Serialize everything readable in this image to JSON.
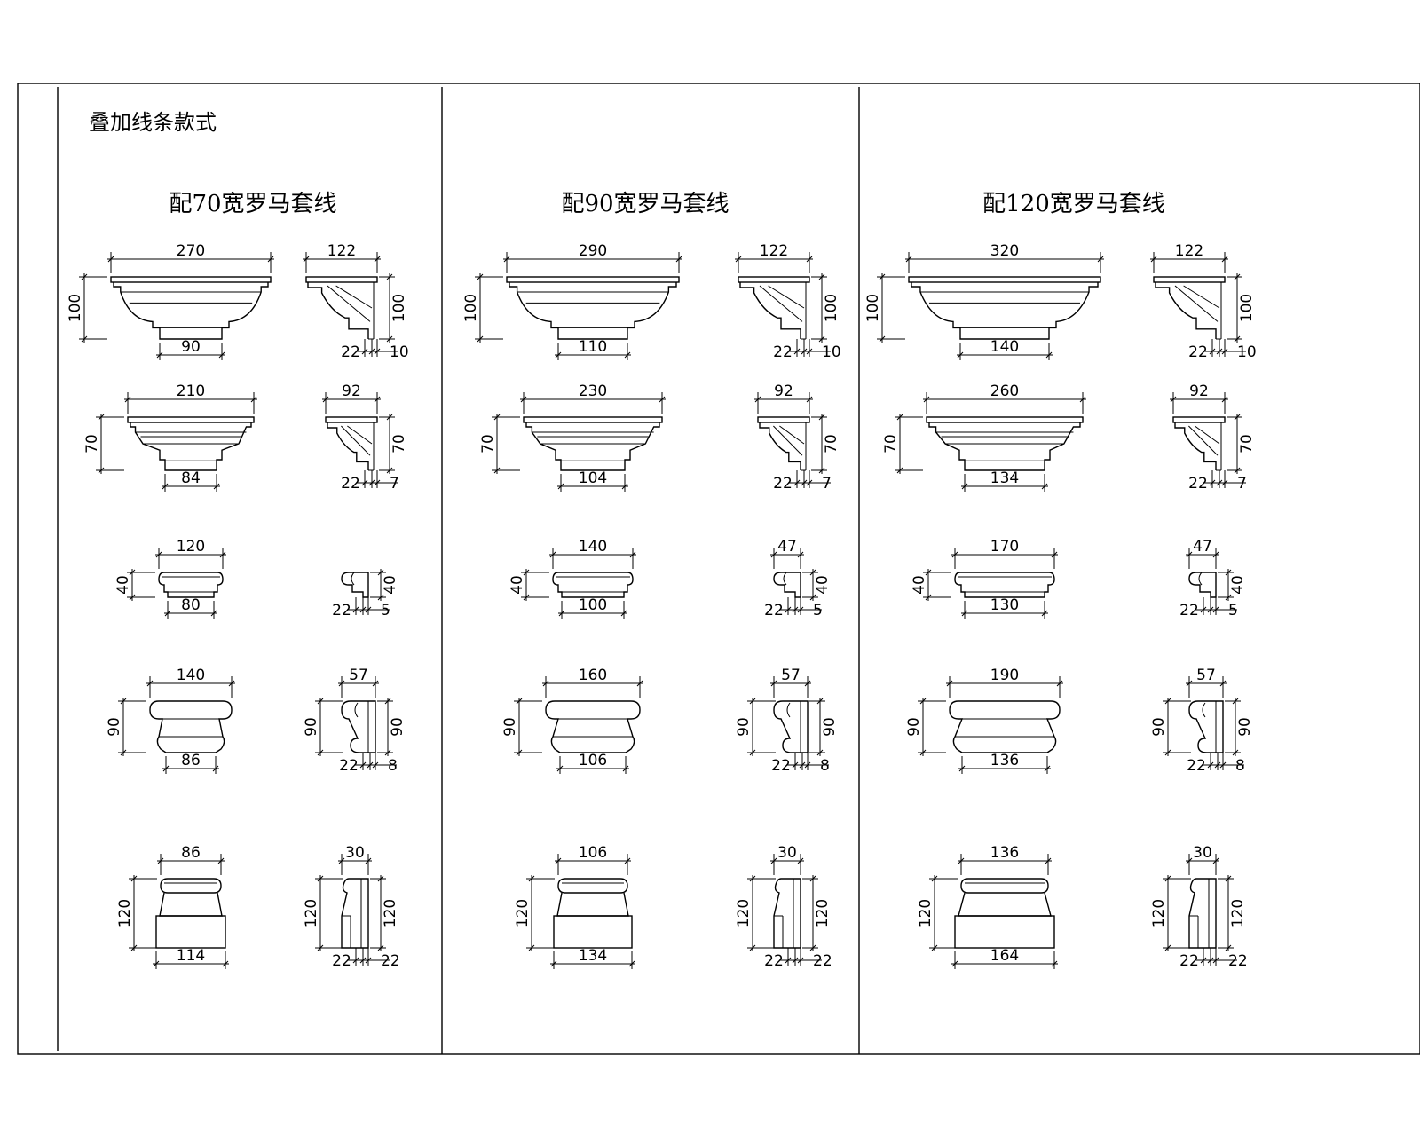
{
  "sheet_title": "叠加线条款式",
  "columns": [
    {
      "heading": "配70宽罗马套线",
      "rows": [
        {
          "front_top": "270",
          "front_height": "100",
          "front_bottom": "90",
          "side_top": "122",
          "side_height": "100",
          "side_left": "22",
          "side_right": "10"
        },
        {
          "front_top": "210",
          "front_height": "70",
          "front_bottom": "84",
          "side_top": "92",
          "side_height": "70",
          "side_left": "22",
          "side_right": "7"
        },
        {
          "front_top": "120",
          "front_height": "40",
          "front_bottom": "80",
          "side_top": "",
          "side_height": "40",
          "side_left": "22",
          "side_right": "5"
        },
        {
          "front_top": "140",
          "front_height": "90",
          "front_bottom": "86",
          "side_top": "57",
          "side_height": "90",
          "side_left": "22",
          "side_right": "8"
        },
        {
          "front_top": "86",
          "front_height": "120",
          "front_bottom": "114",
          "side_top": "30",
          "side_height": "120",
          "side_left": "22",
          "side_right": "22"
        }
      ]
    },
    {
      "heading": "配90宽罗马套线",
      "rows": [
        {
          "front_top": "290",
          "front_height": "100",
          "front_bottom": "110",
          "side_top": "122",
          "side_height": "100",
          "side_left": "22",
          "side_right": "10"
        },
        {
          "front_top": "230",
          "front_height": "70",
          "front_bottom": "104",
          "side_top": "92",
          "side_height": "70",
          "side_left": "22",
          "side_right": "7"
        },
        {
          "front_top": "140",
          "front_height": "40",
          "front_bottom": "100",
          "side_top": "47",
          "side_height": "40",
          "side_left": "22",
          "side_right": "5"
        },
        {
          "front_top": "160",
          "front_height": "90",
          "front_bottom": "106",
          "side_top": "57",
          "side_height": "90",
          "side_left": "22",
          "side_right": "8"
        },
        {
          "front_top": "106",
          "front_height": "120",
          "front_bottom": "134",
          "side_top": "30",
          "side_height": "120",
          "side_left": "22",
          "side_right": "22"
        }
      ]
    },
    {
      "heading": "配120宽罗马套线",
      "rows": [
        {
          "front_top": "320",
          "front_height": "100",
          "front_bottom": "140",
          "side_top": "122",
          "side_height": "100",
          "side_left": "22",
          "side_right": "10"
        },
        {
          "front_top": "260",
          "front_height": "70",
          "front_bottom": "134",
          "side_top": "92",
          "side_height": "70",
          "side_left": "22",
          "side_right": "7"
        },
        {
          "front_top": "170",
          "front_height": "40",
          "front_bottom": "130",
          "side_top": "47",
          "side_height": "40",
          "side_left": "22",
          "side_right": "5"
        },
        {
          "front_top": "190",
          "front_height": "90",
          "front_bottom": "136",
          "side_top": "57",
          "side_height": "90",
          "side_left": "22",
          "side_right": "8"
        },
        {
          "front_top": "136",
          "front_height": "120",
          "front_bottom": "164",
          "side_top": "30",
          "side_height": "120",
          "side_left": "22",
          "side_right": "22"
        }
      ]
    }
  ]
}
